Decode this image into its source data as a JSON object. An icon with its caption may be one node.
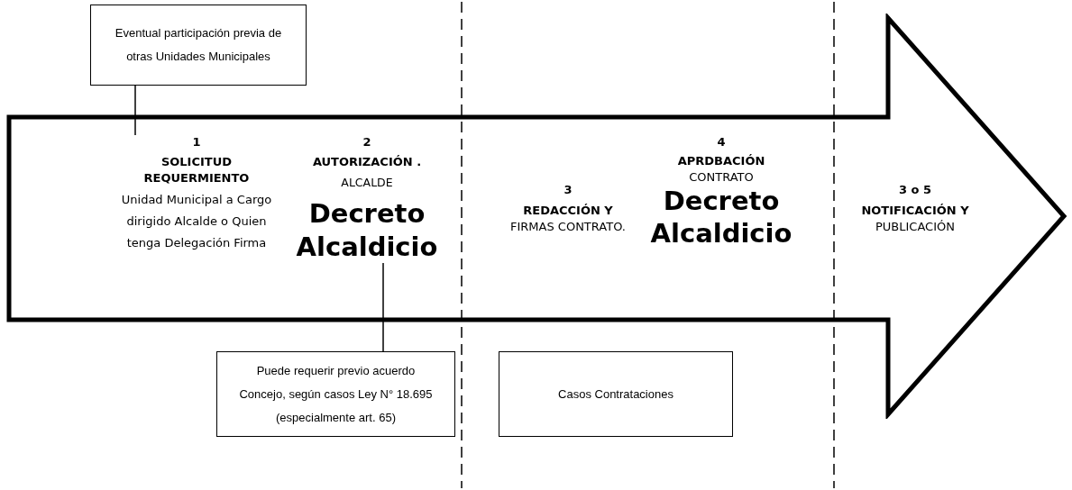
{
  "diagram": {
    "nodes": [
      {
        "text": [],
        "shape": "arrow"
      },
      {
        "text": [
          "Eventual participación previa de otras Unidades Municipales"
        ]
      },
      {
        "text": [
          "1",
          "SOLICITUD REQUERMIENTO",
          "Unidad Municipal a Cargo dirigido Alcalde o Quien tenga Delegación Firma"
        ],
        "in": 0
      },
      {
        "text": [
          "2",
          "AUTORIZACIÓN .",
          "ALCALDE",
          "Decreto Alcaldicio"
        ],
        "in": 0
      },
      {
        "text": [
          "Puede requerir previo acuerdo Concejo, según casos Ley N° 18.695 (especialmente art. 65)"
        ]
      },
      {
        "text": [
          "Casos Contrataciones"
        ]
      }
    ],
    "edges": [
      {
        "from": 1,
        "to": 2,
        "arrow": "none"
      },
      {
        "from": 4,
        "to": 3,
        "arrow": "none"
      }
    ],
    "labels": [
      "3",
      "**REDACCIÓN Y** FIRMAS CONTRATO.",
      "4",
      "**APRDBACIÓN** CONTRATO",
      "Decreto Alcaldicio",
      "3 o 5",
      "**NOTIFICACIÓN Y** PUBLICACIÓN"
    ]
  }
}
